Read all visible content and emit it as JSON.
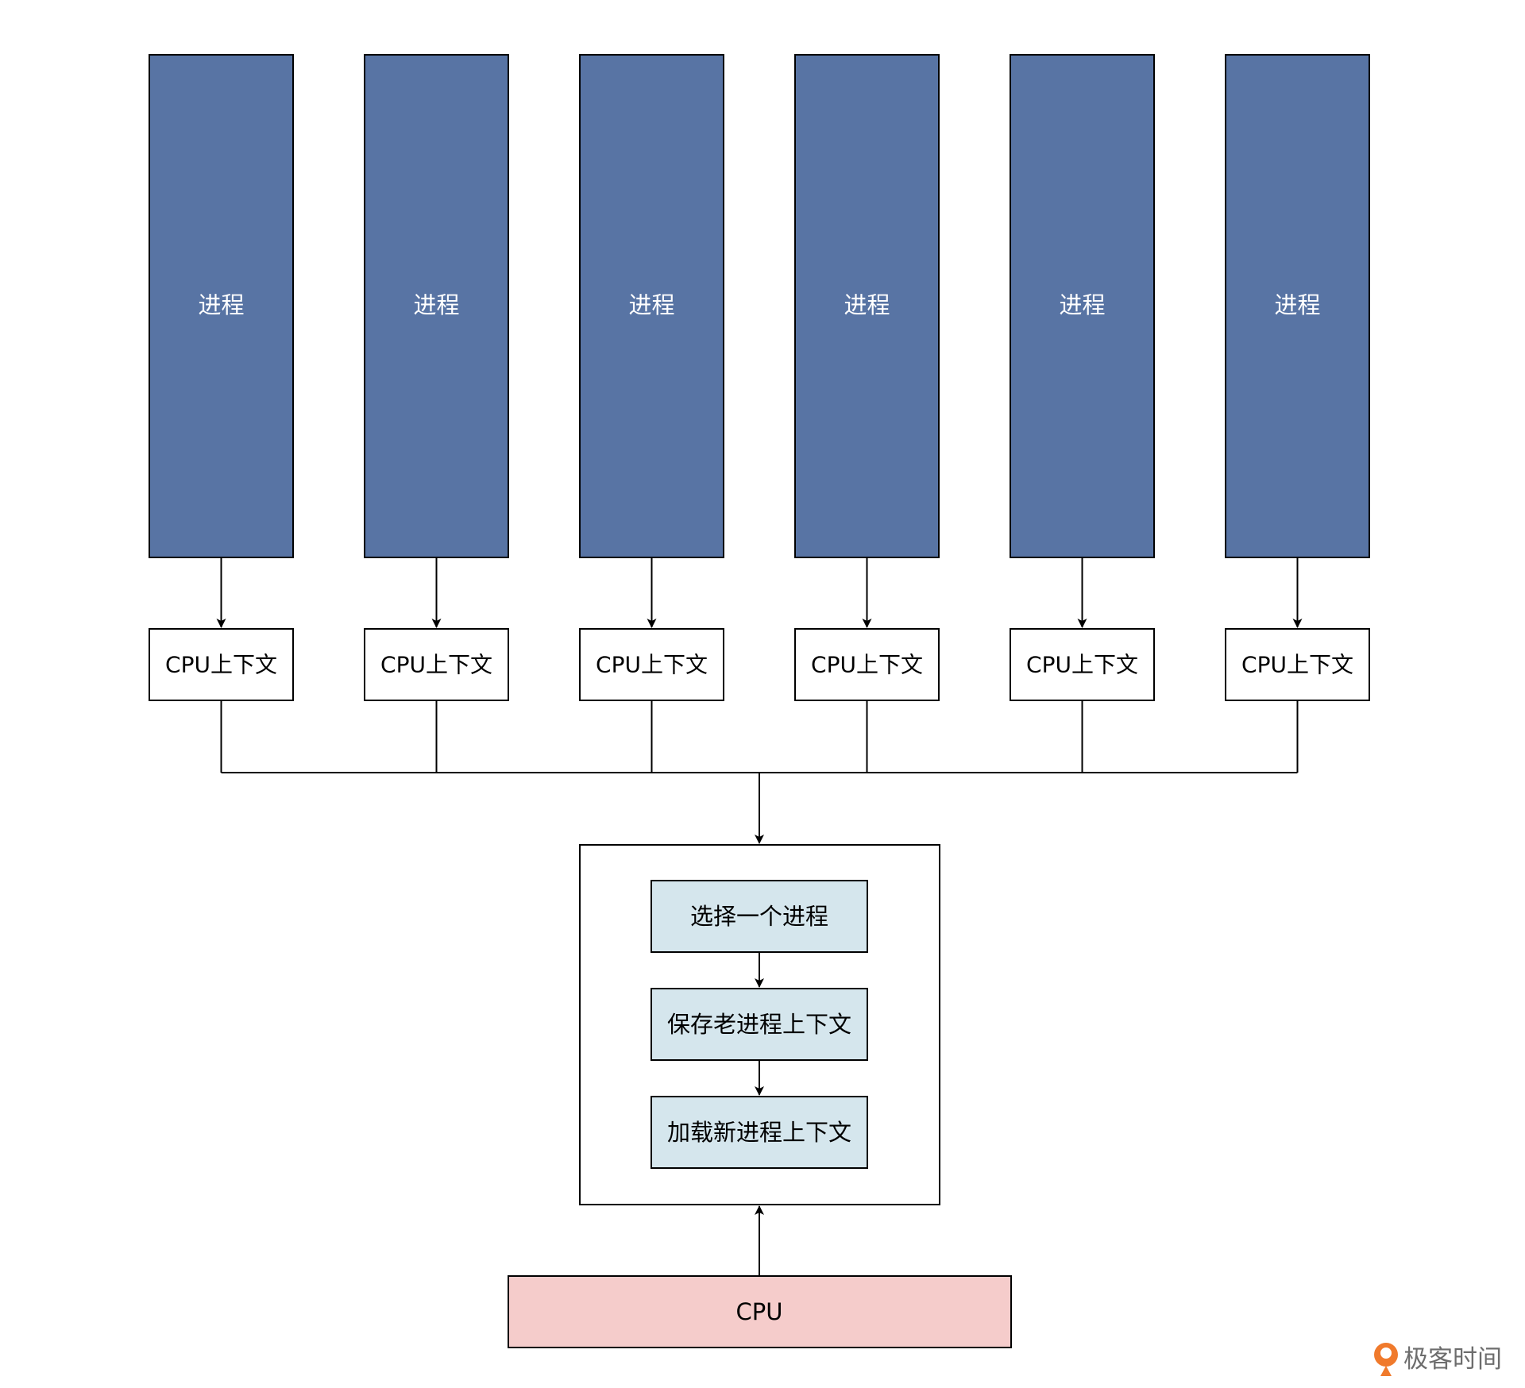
{
  "colors": {
    "process_fill": "#5874a4",
    "process_text": "#ffffff",
    "step_fill": "#d5e6ed",
    "cpu_fill": "#f5cccb",
    "stroke": "#000000"
  },
  "processes": [
    {
      "label": "进程",
      "context_label": "CPU上下文"
    },
    {
      "label": "进程",
      "context_label": "CPU上下文"
    },
    {
      "label": "进程",
      "context_label": "CPU上下文"
    },
    {
      "label": "进程",
      "context_label": "CPU上下文"
    },
    {
      "label": "进程",
      "context_label": "CPU上下文"
    },
    {
      "label": "进程",
      "context_label": "CPU上下文"
    }
  ],
  "scheduler": {
    "steps": [
      "选择一个进程",
      "保存老进程上下文",
      "加载新进程上下文"
    ]
  },
  "cpu": {
    "label": "CPU"
  },
  "watermark": {
    "text": "极客时间",
    "icon": "geektime-logo-icon"
  }
}
